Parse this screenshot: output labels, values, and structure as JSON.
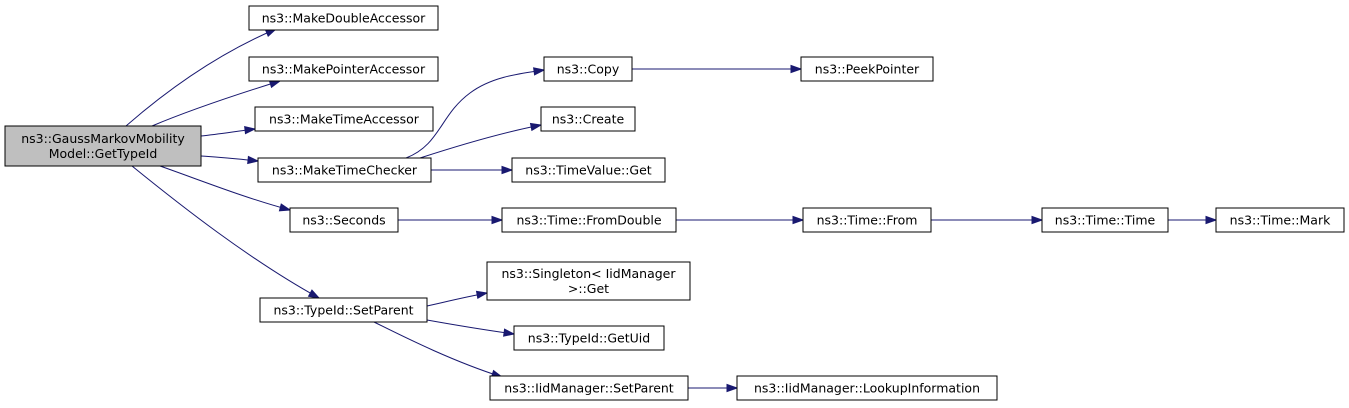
{
  "colors": {
    "edge": "#191970",
    "node_fill": "#ffffff",
    "root_fill": "#bfbfbf",
    "node_border": "#000000"
  },
  "nodes": [
    {
      "id": "root",
      "lines": [
        "ns3::GaussMarkovMobility",
        "Model::GetTypeId"
      ],
      "root": true
    },
    {
      "id": "makeDoubleAccessor",
      "lines": [
        "ns3::MakeDoubleAccessor"
      ]
    },
    {
      "id": "makePointerAccessor",
      "lines": [
        "ns3::MakePointerAccessor"
      ]
    },
    {
      "id": "makeTimeAccessor",
      "lines": [
        "ns3::MakeTimeAccessor"
      ]
    },
    {
      "id": "makeTimeChecker",
      "lines": [
        "ns3::MakeTimeChecker"
      ]
    },
    {
      "id": "seconds",
      "lines": [
        "ns3::Seconds"
      ]
    },
    {
      "id": "setParent",
      "lines": [
        "ns3::TypeId::SetParent"
      ]
    },
    {
      "id": "copy",
      "lines": [
        "ns3::Copy"
      ]
    },
    {
      "id": "create",
      "lines": [
        "ns3::Create"
      ]
    },
    {
      "id": "timeValueGet",
      "lines": [
        "ns3::TimeValue::Get"
      ]
    },
    {
      "id": "peekPointer",
      "lines": [
        "ns3::PeekPointer"
      ]
    },
    {
      "id": "fromDouble",
      "lines": [
        "ns3::Time::FromDouble"
      ]
    },
    {
      "id": "timeFrom",
      "lines": [
        "ns3::Time::From"
      ]
    },
    {
      "id": "timeTime",
      "lines": [
        "ns3::Time::Time"
      ]
    },
    {
      "id": "timeMark",
      "lines": [
        "ns3::Time::Mark"
      ]
    },
    {
      "id": "singletonGet",
      "lines": [
        "ns3::Singleton< IidManager",
        ">::Get"
      ]
    },
    {
      "id": "getUid",
      "lines": [
        "ns3::TypeId::GetUid"
      ]
    },
    {
      "id": "iidSetParent",
      "lines": [
        "ns3::IidManager::SetParent"
      ]
    },
    {
      "id": "lookupInformation",
      "lines": [
        "ns3::IidManager::LookupInformation"
      ]
    }
  ],
  "edges": [
    {
      "from": "root",
      "to": "makeDoubleAccessor"
    },
    {
      "from": "root",
      "to": "makePointerAccessor"
    },
    {
      "from": "root",
      "to": "makeTimeAccessor"
    },
    {
      "from": "root",
      "to": "makeTimeChecker"
    },
    {
      "from": "root",
      "to": "seconds"
    },
    {
      "from": "root",
      "to": "setParent"
    },
    {
      "from": "makeTimeChecker",
      "to": "copy"
    },
    {
      "from": "makeTimeChecker",
      "to": "create"
    },
    {
      "from": "makeTimeChecker",
      "to": "timeValueGet"
    },
    {
      "from": "copy",
      "to": "peekPointer"
    },
    {
      "from": "seconds",
      "to": "fromDouble"
    },
    {
      "from": "fromDouble",
      "to": "timeFrom"
    },
    {
      "from": "timeFrom",
      "to": "timeTime"
    },
    {
      "from": "timeTime",
      "to": "timeMark"
    },
    {
      "from": "setParent",
      "to": "singletonGet"
    },
    {
      "from": "setParent",
      "to": "getUid"
    },
    {
      "from": "setParent",
      "to": "iidSetParent"
    },
    {
      "from": "iidSetParent",
      "to": "lookupInformation"
    }
  ]
}
